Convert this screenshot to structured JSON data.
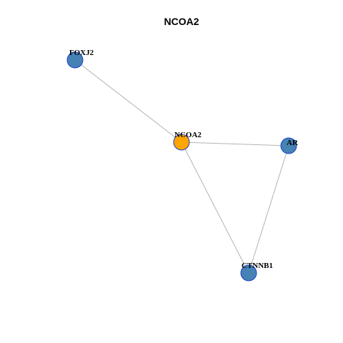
{
  "title": "NCOA2",
  "colors": {
    "hub_fill": "#FFA500",
    "neighbor_fill": "#4682B4",
    "node_border": "#1a3fcc",
    "edge": "#b3b3b3"
  },
  "nodes": [
    {
      "id": "NCOA2",
      "label": "NCOA2",
      "role": "hub"
    },
    {
      "id": "FOXJ2",
      "label": "FOXJ2",
      "role": "neighbor"
    },
    {
      "id": "AR",
      "label": "AR",
      "role": "neighbor"
    },
    {
      "id": "CTNNB1",
      "label": "CTNNB1",
      "role": "neighbor"
    }
  ],
  "edges": [
    {
      "from": "FOXJ2",
      "to": "NCOA2"
    },
    {
      "from": "NCOA2",
      "to": "AR"
    },
    {
      "from": "NCOA2",
      "to": "CTNNB1"
    },
    {
      "from": "AR",
      "to": "CTNNB1"
    }
  ]
}
